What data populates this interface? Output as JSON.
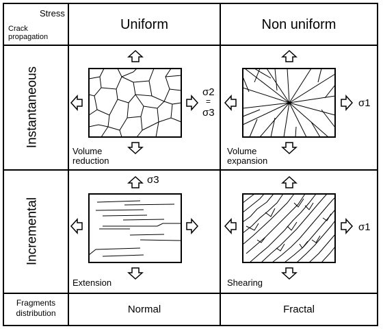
{
  "corner": {
    "stress": "Stress",
    "crack_line1": "Crack",
    "crack_line2": "propagation"
  },
  "columns": [
    "Uniform",
    "Non uniform"
  ],
  "rows": [
    "Instantaneous",
    "Incremental"
  ],
  "cells": {
    "uniform_instantaneous": {
      "caption_line1": "Volume",
      "caption_line2": "reduction",
      "sigma_a": "σ2",
      "equals": "=",
      "sigma_b": "σ3"
    },
    "nonuniform_instantaneous": {
      "caption_line1": "Volume",
      "caption_line2": "expansion",
      "sigma": "σ1"
    },
    "uniform_incremental": {
      "caption": "Extension",
      "sigma": "σ3"
    },
    "nonuniform_incremental": {
      "caption": "Shearing",
      "sigma": "σ1"
    }
  },
  "footer": {
    "label_line1": "Fragments",
    "label_line2": "distribution",
    "uniform": "Normal",
    "nonuniform": "Fractal"
  }
}
